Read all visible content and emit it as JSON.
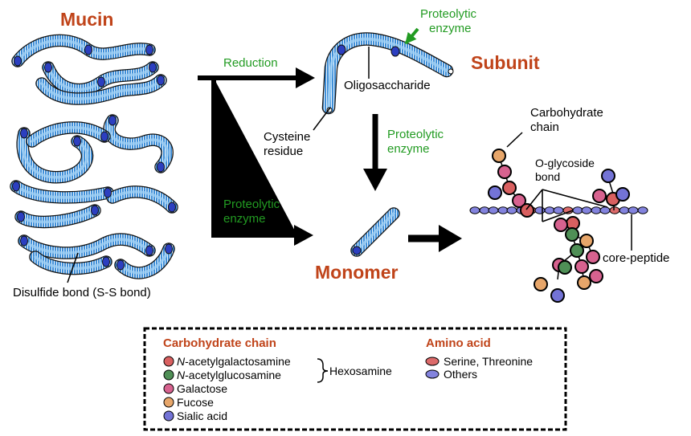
{
  "titles": {
    "mucin": "Mucin",
    "subunit": "Subunit",
    "monomer": "Monomer"
  },
  "labels": {
    "reduction": "Reduction",
    "proteolytic_top_line1": "Proteolytic",
    "proteolytic_top_line2": "enzyme",
    "oligosaccharide": "Oligosaccharide",
    "cysteine_line1": "Cysteine",
    "cysteine_line2": "residue",
    "proteolytic_mid_line1": "Proteolytic",
    "proteolytic_mid_line2": "enzyme",
    "proteolytic_left_line1": "Proteolytic",
    "proteolytic_left_line2": "enzyme",
    "disulfide": "Disulfide bond (S-S bond)",
    "carb_chain_line1": "Carbohydrate",
    "carb_chain_line2": "chain",
    "oglyco_line1": "O-glycoside",
    "oglyco_line2": "bond",
    "core_peptide": "core-peptide"
  },
  "legend": {
    "carb_heading": "Carbohydrate chain",
    "amino_heading": "Amino acid",
    "hexosamine": "Hexosamine",
    "galnac_prefix": "N",
    "galnac_rest": "-acetylgalactosamine",
    "glcnac_prefix": "N",
    "glcnac_rest": "-acetylglucosamine",
    "galactose": "Galactose",
    "fucose": "Fucose",
    "sialic": "Sialic acid",
    "serine": "Serine, Threonine",
    "others": "Others"
  },
  "colors": {
    "title": "#c0441a",
    "enzyme_text": "#229b22",
    "fiber": "#3f8fd8",
    "fiber_end": "#2c3fc0",
    "galnac": "#d96060",
    "glcnac": "#4f8f56",
    "galactose": "#d7628f",
    "fucose": "#e7a66a",
    "sialic": "#7373d6",
    "serine": "#dc6a6a",
    "others": "#8383de"
  }
}
